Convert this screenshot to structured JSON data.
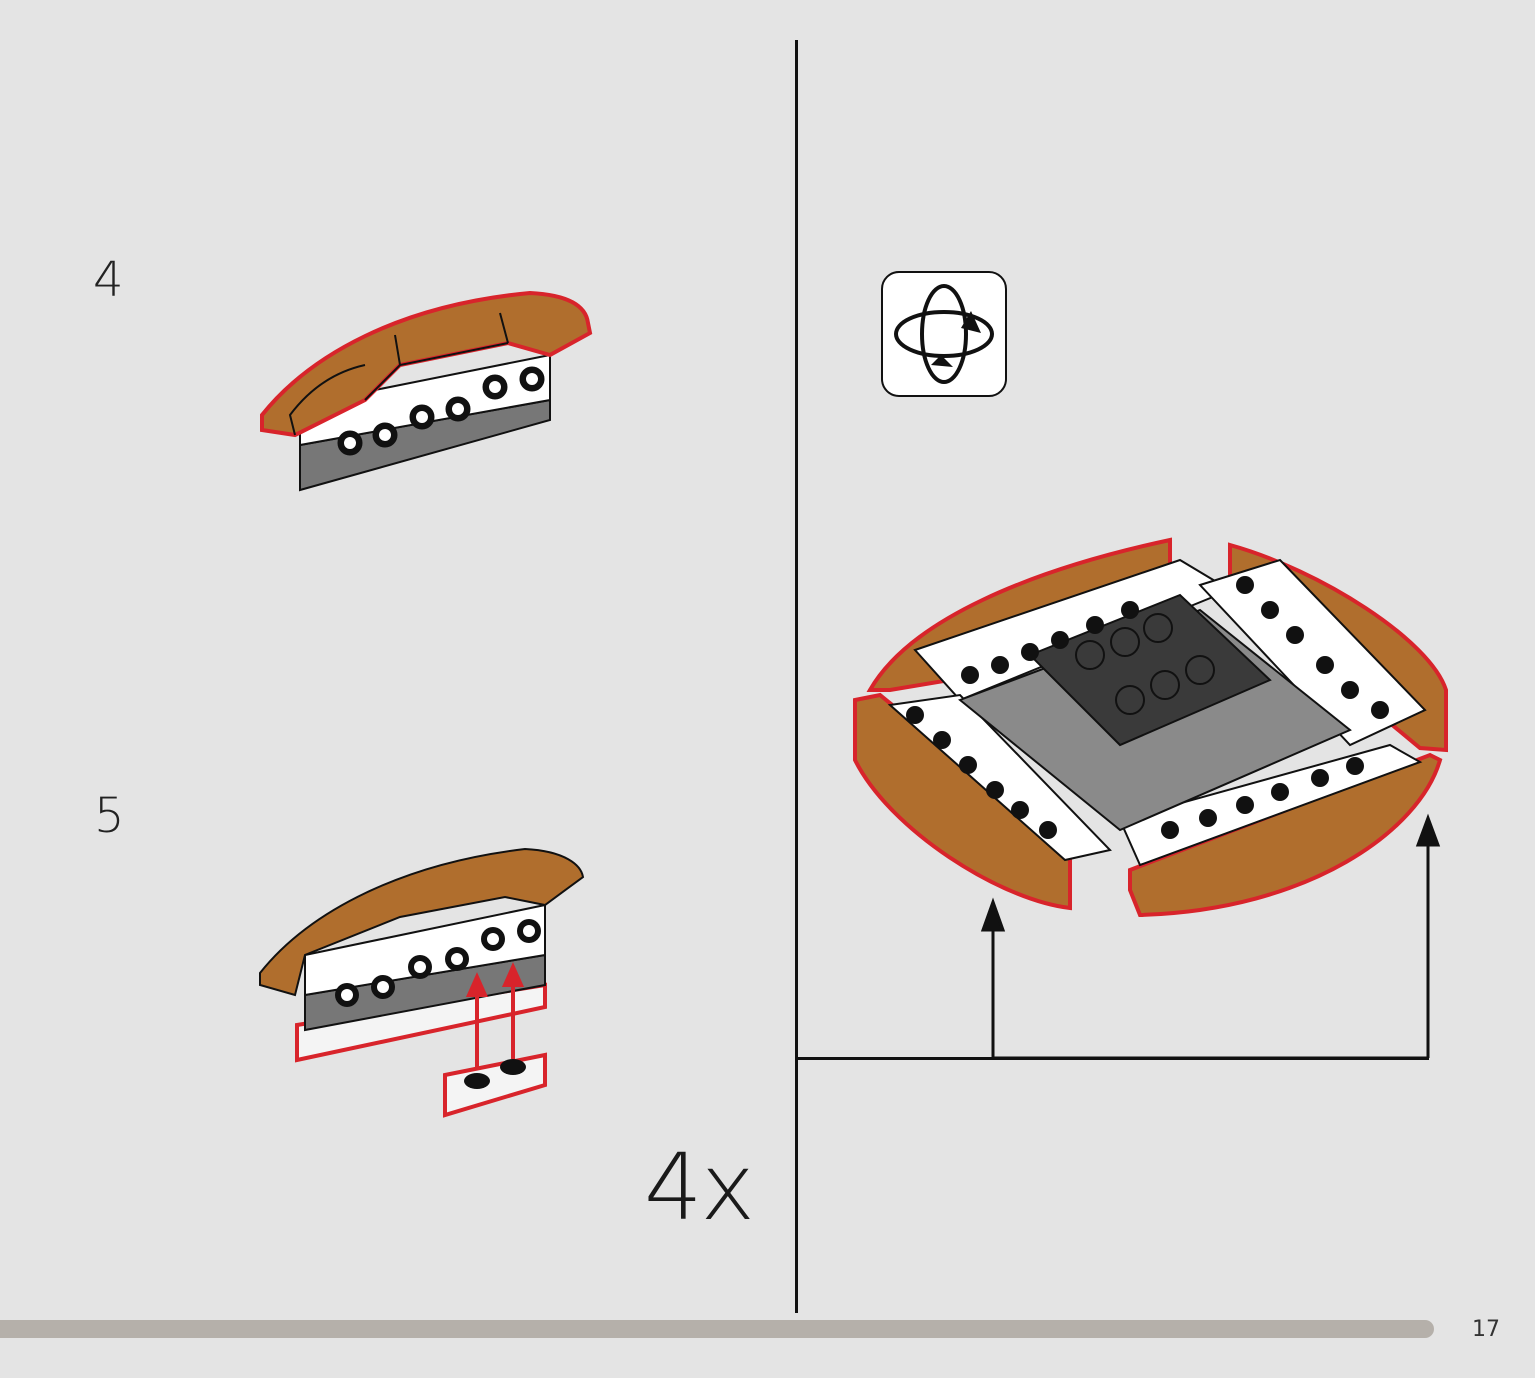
{
  "steps": [
    {
      "number": "4"
    },
    {
      "number": "5"
    }
  ],
  "multiplier": "4x",
  "page_number": "17",
  "icons": {
    "rotate": "rotate-model-icon"
  },
  "colors": {
    "background": "#e4e4e4",
    "wood": "#b06e2d",
    "highlight": "#d8242b",
    "brick_white": "#ffffff",
    "brick_grey": "#8a8a8a",
    "brick_dark": "#3a3a3a",
    "progress": "#b5b0aa"
  }
}
